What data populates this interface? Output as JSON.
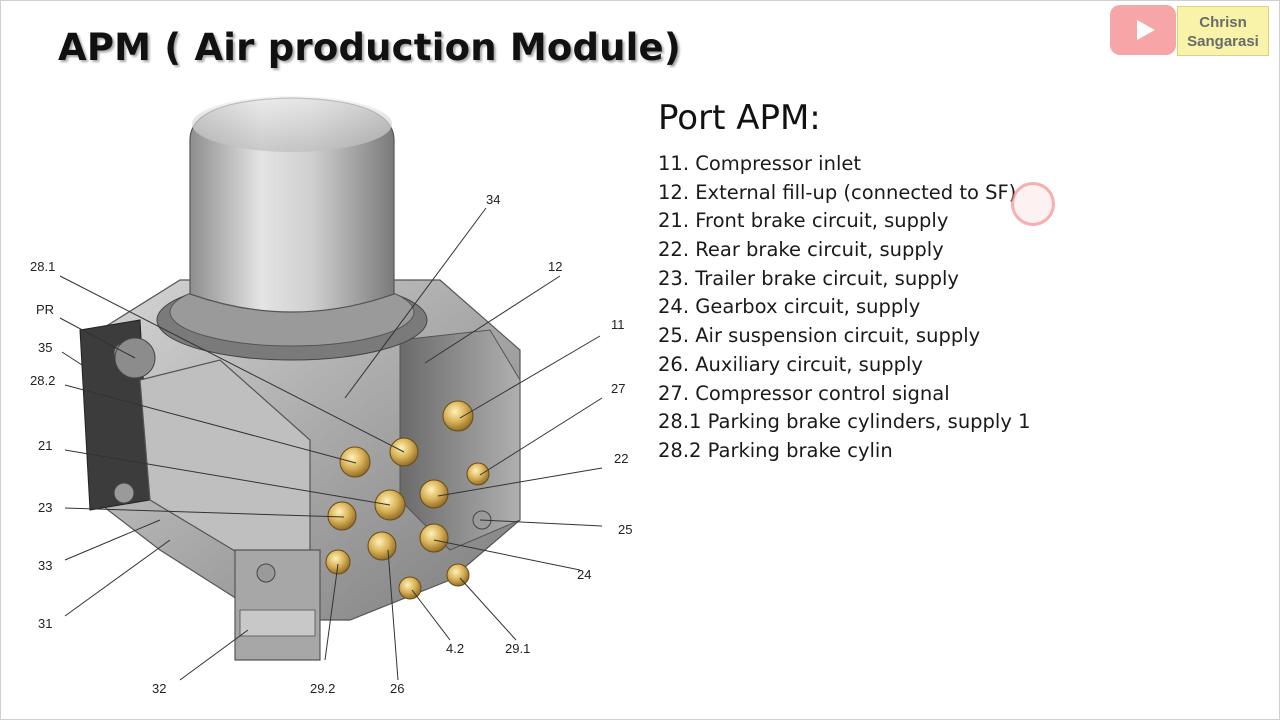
{
  "slide": {
    "title": "APM ( Air production Module)"
  },
  "channel": {
    "line1": "Chrisn",
    "line2": "Sangarasi"
  },
  "ports": {
    "heading": "Port APM:",
    "items": [
      "11. Compressor inlet",
      "12. External fill-up (connected to SF)",
      "21. Front brake circuit, supply",
      "22. Rear brake circuit, supply",
      "23. Trailer brake circuit, supply",
      "24. Gearbox circuit, supply",
      "25. Air suspension circuit, supply",
      "26. Auxiliary circuit, supply",
      "27. Compressor control signal",
      "28.1 Parking brake cylinders, supply 1",
      "28.2 Parking brake cylin"
    ]
  },
  "diagram": {
    "callouts": {
      "c34": "34",
      "c12": "12",
      "c11": "11",
      "c27": "27",
      "c22": "22",
      "c25": "25",
      "c24": "24",
      "c29_1": "29.1",
      "c4_2": "4.2",
      "c26": "26",
      "c29_2": "29.2",
      "c32": "32",
      "c31": "31",
      "c33": "33",
      "c23": "23",
      "c21": "21",
      "c28_2": "28.2",
      "c35": "35",
      "cPR": "PR",
      "c28_1": "28.1"
    }
  },
  "colors": {
    "brass": "#c8a04a",
    "metal": "#b8b8b8",
    "logo": "#f6a6a6",
    "badge": "#f8f3a8"
  }
}
